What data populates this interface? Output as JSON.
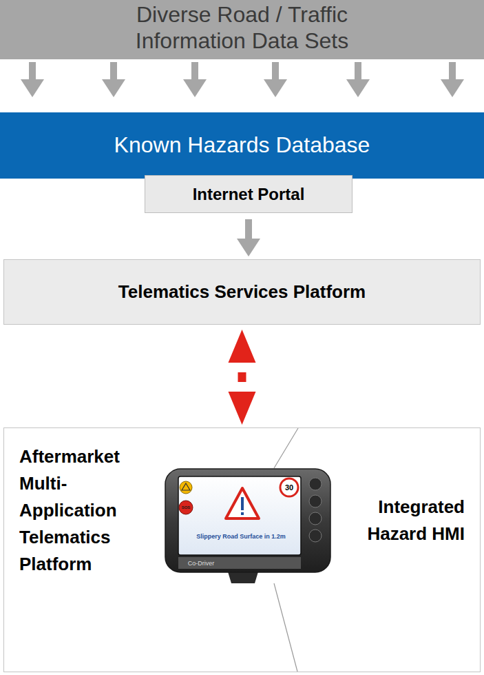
{
  "diagram": {
    "nodes": [
      {
        "text": [
          "Diverse Road / Traffic Information Data Sets"
        ]
      },
      {
        "text": [
          "Known Hazards Database"
        ]
      },
      {
        "text": [
          "Internet Portal"
        ]
      },
      {
        "text": [
          "Telematics Services Platform"
        ]
      },
      {
        "text": [
          "Aftermarket Multi-Application Telematics Platform",
          "Integrated Hazard HMI"
        ]
      }
    ],
    "edges": [
      {
        "from": 0,
        "to": 1,
        "arrow": "to"
      },
      {
        "from": 0,
        "to": 1,
        "arrow": "to"
      },
      {
        "from": 0,
        "to": 1,
        "arrow": "to"
      },
      {
        "from": 0,
        "to": 1,
        "arrow": "to"
      },
      {
        "from": 0,
        "to": 1,
        "arrow": "to"
      },
      {
        "from": 0,
        "to": 1,
        "arrow": "to"
      },
      {
        "from": 2,
        "to": 3,
        "arrow": "to"
      },
      {
        "from": 3,
        "to": 4,
        "arrow": "both"
      }
    ],
    "labels": [
      "SOS",
      "30",
      "Slippery Road Surface in 1.2m",
      "Co-Driver"
    ]
  }
}
